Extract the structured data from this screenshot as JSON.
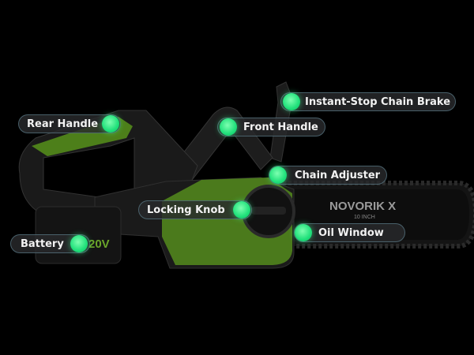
{
  "product": {
    "brand": "NOVORIK X",
    "bar_size": "10 INCH",
    "battery_voltage": "20V"
  },
  "colors": {
    "accent_green": "#5a8f1f",
    "dot_green": "#2ee883",
    "background": "#000000"
  },
  "labels": [
    {
      "id": "chain-brake",
      "text": "Instant-Stop Chain Brake"
    },
    {
      "id": "rear-handle",
      "text": "Rear Handle"
    },
    {
      "id": "front-handle",
      "text": "Front Handle"
    },
    {
      "id": "chain-adjuster",
      "text": "Chain Adjuster"
    },
    {
      "id": "locking-knob",
      "text": "Locking Knob"
    },
    {
      "id": "oil-window",
      "text": "Oil Window"
    },
    {
      "id": "battery",
      "text": "Battery"
    }
  ]
}
